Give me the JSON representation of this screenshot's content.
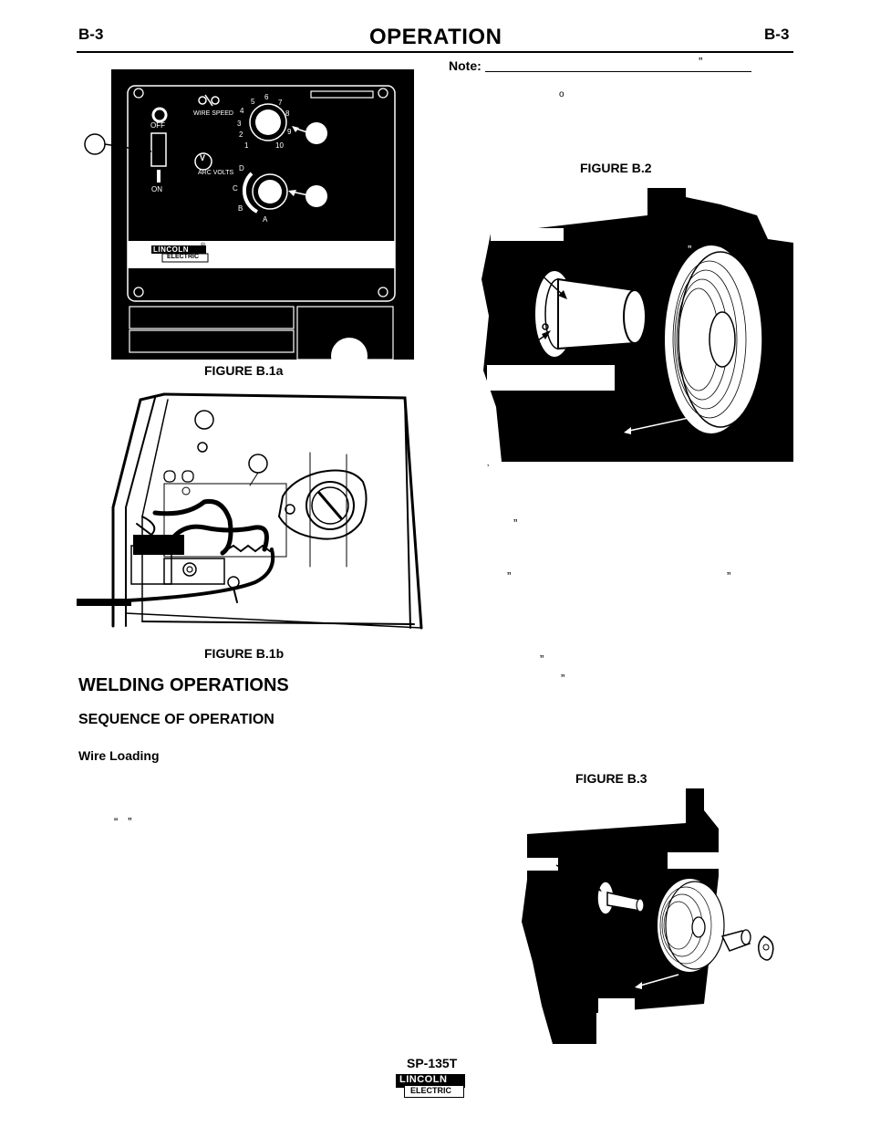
{
  "header": {
    "left_code": "B-3",
    "title": "OPERATION",
    "right_code": "B-3"
  },
  "note": {
    "label": "Note:",
    "quote_mark": "”",
    "degree_mark": "o"
  },
  "figure_b1a": {
    "caption": "FIGURE B.1a",
    "switch_off": "OFF",
    "switch_on": "ON",
    "wire_speed_label": "WIRE SPEED",
    "wire_speed_ticks": [
      "1",
      "2",
      "3",
      "4",
      "5",
      "6",
      "7",
      "8",
      "9",
      "10"
    ],
    "arc_volts_label": "ARC VOLTS",
    "arc_volts_ticks": [
      "A",
      "B",
      "C",
      "D"
    ],
    "volt_symbol": "V",
    "brand_top": "LINCOLN",
    "brand_bottom": "ELECTRIC",
    "registered": "®"
  },
  "figure_b1b": {
    "caption": "FIGURE B.1b"
  },
  "figure_b2": {
    "caption": "FIGURE B.2",
    "stray_marks": [
      "”",
      "’",
      "”",
      "”",
      "”",
      "”",
      "”"
    ]
  },
  "figure_b3": {
    "caption": "FIGURE B.3"
  },
  "sections": {
    "welding_operations": "WELDING OPERATIONS",
    "sequence_of_operation": "SEQUENCE OF OPERATION",
    "wire_loading": "Wire Loading",
    "quote_pair": "“   ”"
  },
  "footer": {
    "model": "SP-135T",
    "brand_top": "LINCOLN",
    "brand_bottom": "ELECTRIC",
    "registered": "®"
  }
}
